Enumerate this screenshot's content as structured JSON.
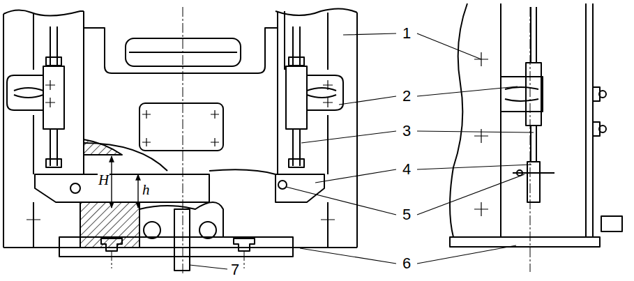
{
  "diagram": {
    "labels": [
      "1",
      "2",
      "3",
      "4",
      "5",
      "6",
      "7",
      "H",
      "h"
    ]
  }
}
